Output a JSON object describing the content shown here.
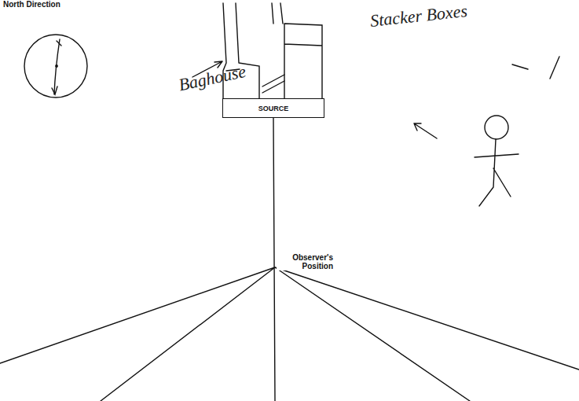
{
  "diagram": {
    "nodes": [
      {
        "text": [
          "SOURCE"
        ]
      }
    ],
    "labels": [
      "North Direction",
      "Baghouse",
      "Stacker Boxes",
      "Observer's Position"
    ]
  }
}
